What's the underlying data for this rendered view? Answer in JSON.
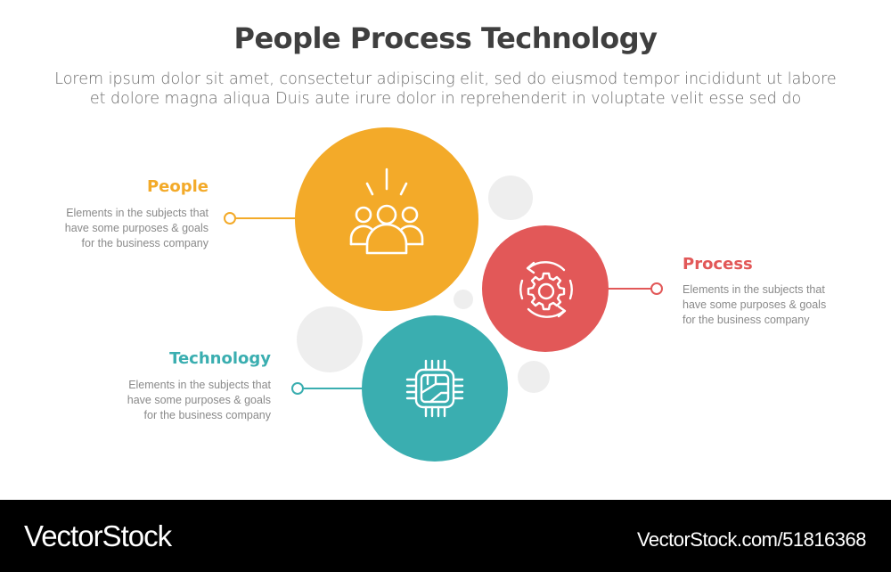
{
  "header": {
    "title": "People Process Technology",
    "subtitle_line1": "Lorem ipsum dolor sit amet, consectetur adipiscing elit, sed do eiusmod tempor incididunt ut labore",
    "subtitle_line2": "et dolore magna aliqua Duis aute irure dolor in reprehenderit in voluptate velit esse sed do"
  },
  "items": [
    {
      "title": "People",
      "desc_line1": "Elements in the subjects that",
      "desc_line2": "have  some purposes & goals",
      "desc_line3": "for the  business company",
      "color": "#f3aa29",
      "icon": "people-group-icon"
    },
    {
      "title": "Process",
      "desc_line1": "Elements in the subjects that",
      "desc_line2": "have  some purposes & goals",
      "desc_line3": "for the  business company",
      "color": "#e25858",
      "icon": "gear-cycle-icon"
    },
    {
      "title": "Technology",
      "desc_line1": "Elements in the subjects that",
      "desc_line2": "have  some purposes & goals",
      "desc_line3": "for the  business company",
      "color": "#3aaeb0",
      "icon": "chip-icon"
    }
  ],
  "decor_color": "#eeeeee",
  "footer": {
    "logo": "VectorStock",
    "url": "VectorStock.com/51816368"
  }
}
